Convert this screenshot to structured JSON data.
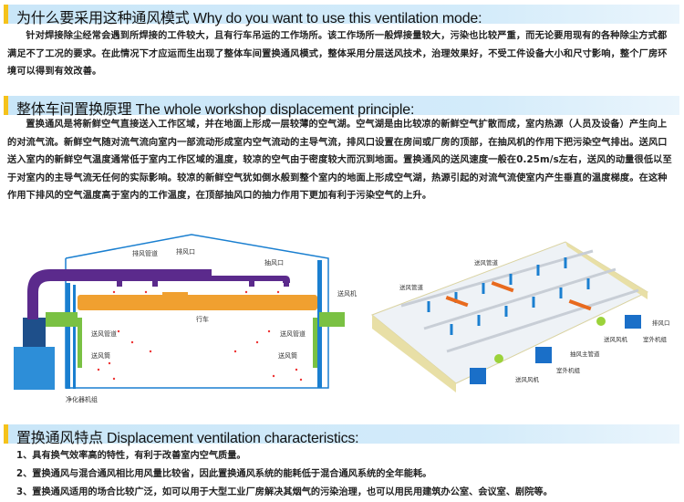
{
  "sections": [
    {
      "title": "为什么要采用这种通风模式 Why do you want to use this ventilation mode:",
      "body": "针对焊接除尘经常会遇到所焊接的工件较大，且有行车吊运的工作场所。该工作场所一般焊接量较大，污染也比较严重，而无论要用现有的各种除尘方式都满足不了工况的要求。在此情况下才应运而生出现了整体车间置换通风模式，整体采用分层送风技术，治理效果好，不受工件设备大小和尺寸影响，整个厂房环境可以得到有效改善。"
    },
    {
      "title": "整体车间置换原理 The whole workshop displacement principle:",
      "body": "置换通风是将新鲜空气直接送入工作区域，并在地面上形成一层较薄的空气湖。空气湖是由比较凉的新鲜空气扩散而成，室内热源（人员及设备）产生向上的对流气流。新鲜空气随对流气流向室内一部流动形成室内空气流动的主导气流，排风口设置在房间或厂房的顶部，在抽风机的作用下把污染空气排出。送风口送入室内的新鲜空气温度通常低于室内工作区域的温度，较凉的空气由于密度较大而沉到地面。置换通风的送风速度一般在0.25m/s左右，送风的动量很低以至于对室内的主导气流无任何的实际影响。较凉的新鲜空气犹如倒水般到整个室内的地面上形成空气湖，热源引起的对流气流使室内产生垂直的温度梯度。在这种作用下排风的空气温度高于室内的工作温度，在顶部抽风口的抽力作用下更加有利于污染空气的上升。"
    },
    {
      "title": "置换通风特点 Displacement ventilation characteristics:",
      "items": [
        "1、具有换气效率高的特性，有利于改善室内空气质量。",
        "2、置换通风与混合通风相比用风量比较省，因此置换通风系统的能耗低于混合通风系统的全年能耗。",
        "3、置换通风适用的场合比较广泛，如可以用于大型工业厂房解决其烟气的污染治理，也可以用民用建筑办公室、会议室、剧院等。"
      ]
    }
  ],
  "diagram_left": {
    "labels": {
      "exhaust_duct": "排风管道",
      "exhaust_port": "排风口",
      "suction_port": "抽风口",
      "supply_fan": "送风机",
      "crane": "行车",
      "supply_duct_l": "送风管道",
      "supply_duct_r": "送风管道",
      "supply_pipe_l": "送风筒",
      "supply_pipe_r": "送风筒",
      "purifier": "净化器机组"
    }
  },
  "diagram_right": {
    "labels": {
      "duct_a": "送风管道",
      "duct_b": "送风管道",
      "exhaust_main": "抽风主管道",
      "fan_a": "送风风机",
      "fan_b": "送风风机",
      "outdoor_unit": "室外机组",
      "outdoor_unit_b": "室外机组",
      "exhaust_port": "排风口"
    }
  },
  "colors": {
    "header_bg": "#c9e6f8",
    "accent": "#f5c21b",
    "duct": "#5b2a8c",
    "crane": "#f0a030",
    "wall": "#1a7fd0",
    "supply": "#7ac143"
  }
}
